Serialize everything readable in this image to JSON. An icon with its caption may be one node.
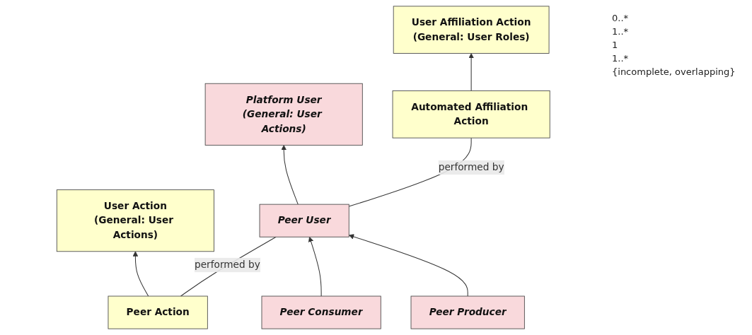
{
  "diagram": {
    "nodes": [
      {
        "text": [
          "User Action",
          "(General: User Actions)"
        ]
      },
      {
        "text": [
          "Platform User",
          "(General: User Actions)"
        ]
      },
      {
        "text": [
          "User Affiliation Action",
          "(General: User Roles)"
        ]
      },
      {
        "text": [
          "Peer Action"
        ]
      },
      {
        "text": [
          "Peer User"
        ]
      },
      {
        "text": [
          "Automated Affiliation Action"
        ]
      },
      {
        "text": [
          "Peer Consumer"
        ]
      },
      {
        "text": [
          "Peer Producer"
        ]
      }
    ],
    "edges": [
      {
        "from": 3,
        "to": 0,
        "arrow": "to"
      },
      {
        "from": 4,
        "to": 1,
        "arrow": "to"
      },
      {
        "from": 5,
        "to": 2,
        "arrow": "to"
      },
      {
        "from": 3,
        "to": 4,
        "arrow": "none",
        "label": "performed by"
      },
      {
        "from": 4,
        "to": 5,
        "arrow": "none",
        "label": "performed by"
      },
      {
        "from": 6,
        "to": 4,
        "arrow": "to"
      },
      {
        "from": 7,
        "to": 4,
        "arrow": "to"
      }
    ],
    "labels": [
      "0..*",
      "1..*",
      "1",
      "1..*",
      "{incomplete, overlapping}"
    ]
  }
}
